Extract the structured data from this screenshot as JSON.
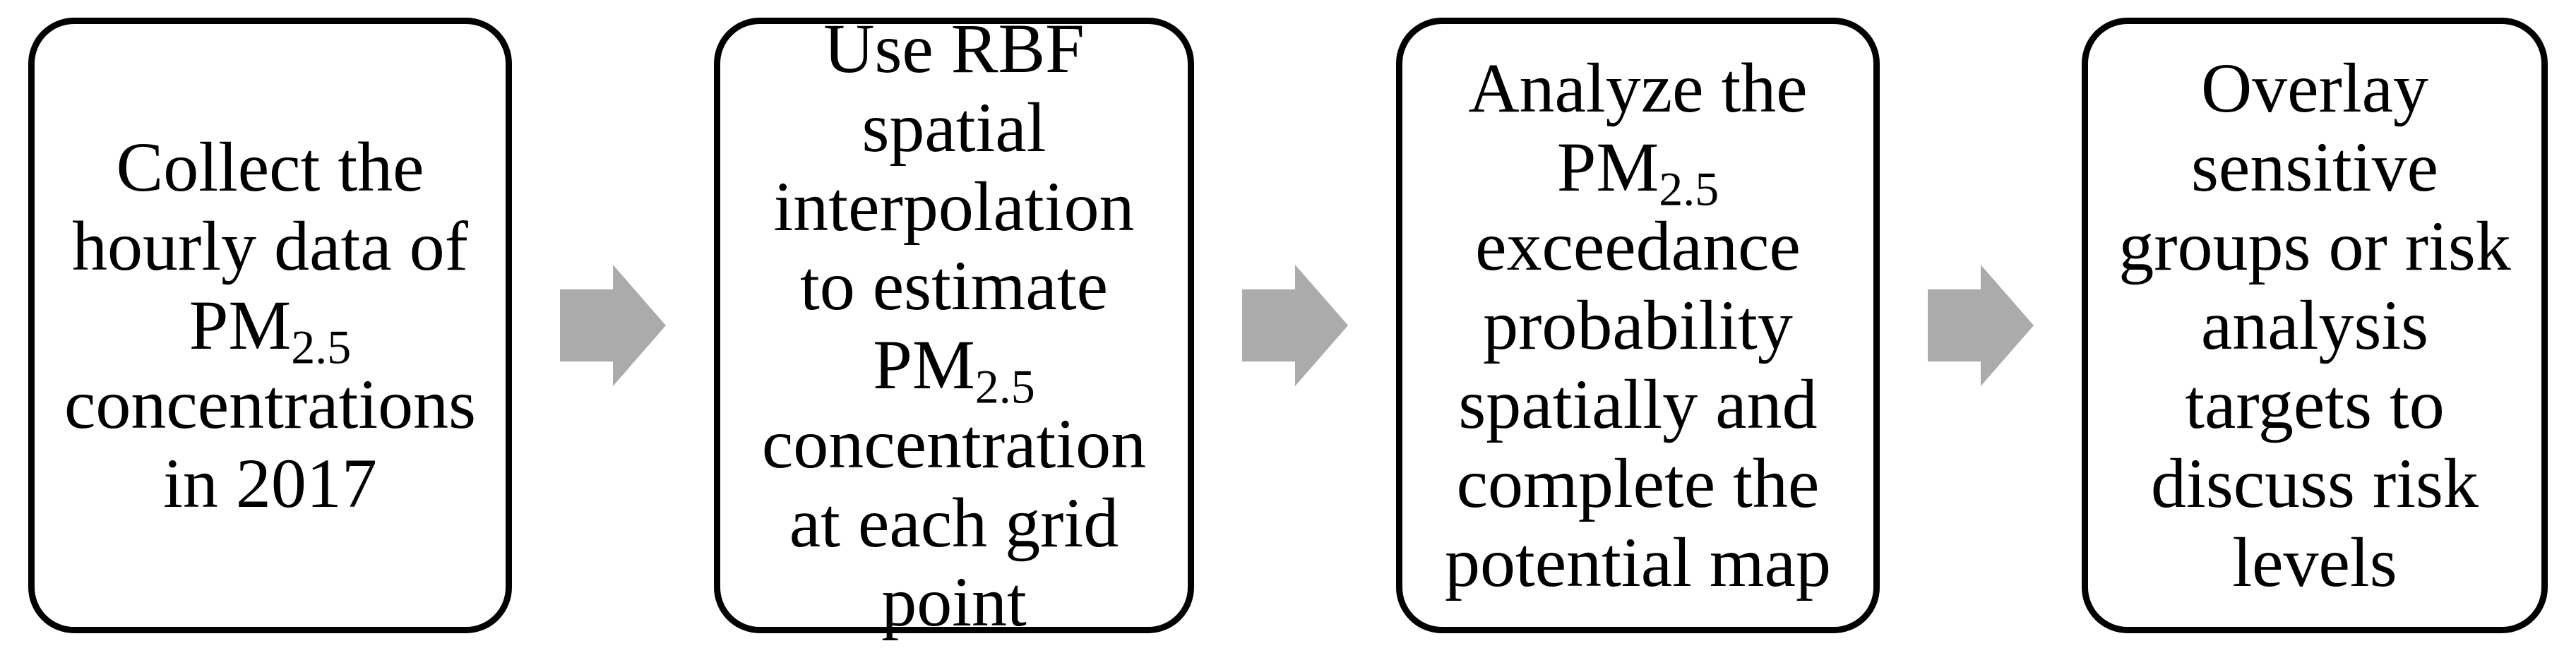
{
  "figure": {
    "type": "flowchart",
    "background": "#FFFFFF",
    "box_style": {
      "border_color": "#000000",
      "fill": "#FFFFFF",
      "text_color": "#000000"
    },
    "arrow": {
      "color": "#ABABAB",
      "direction": "right"
    },
    "steps": [
      {
        "id": "step-1",
        "text": "Collect the hourly data of PM2.5 concentrations in 2017",
        "lines": [
          [
            {
              "t": "Collect the"
            }
          ],
          [
            {
              "t": "hourly data of"
            }
          ],
          [
            {
              "t": "PM"
            },
            {
              "t": "2.5",
              "sub": true
            }
          ],
          [
            {
              "t": "concentrations"
            }
          ],
          [
            {
              "t": "in 2017"
            }
          ]
        ]
      },
      {
        "id": "step-2",
        "text": "Use RBF spatial interpolation to estimate PM2.5 concentration at each grid point",
        "lines": [
          [
            {
              "t": "Use RBF"
            }
          ],
          [
            {
              "t": "spatial"
            }
          ],
          [
            {
              "t": "interpolation"
            }
          ],
          [
            {
              "t": "to estimate"
            }
          ],
          [
            {
              "t": "PM"
            },
            {
              "t": "2.5",
              "sub": true
            }
          ],
          [
            {
              "t": "concentration"
            }
          ],
          [
            {
              "t": "at each grid"
            }
          ],
          [
            {
              "t": "point"
            }
          ]
        ]
      },
      {
        "id": "step-3",
        "text": "Analyze the PM2.5 exceedance probability spatially and complete the potential map",
        "lines": [
          [
            {
              "t": "Analyze the"
            }
          ],
          [
            {
              "t": "PM"
            },
            {
              "t": "2.5",
              "sub": true
            }
          ],
          [
            {
              "t": "exceedance"
            }
          ],
          [
            {
              "t": "probability"
            }
          ],
          [
            {
              "t": "spatially and"
            }
          ],
          [
            {
              "t": "complete the"
            }
          ],
          [
            {
              "t": "potential map"
            }
          ]
        ]
      },
      {
        "id": "step-4",
        "text": "Overlay sensitive groups or risk analysis targets to discuss risk levels",
        "lines": [
          [
            {
              "t": "Overlay"
            }
          ],
          [
            {
              "t": "sensitive"
            }
          ],
          [
            {
              "t": "groups or risk"
            }
          ],
          [
            {
              "t": "analysis"
            }
          ],
          [
            {
              "t": "targets to"
            }
          ],
          [
            {
              "t": "discuss risk"
            }
          ],
          [
            {
              "t": "levels"
            }
          ]
        ]
      }
    ]
  }
}
